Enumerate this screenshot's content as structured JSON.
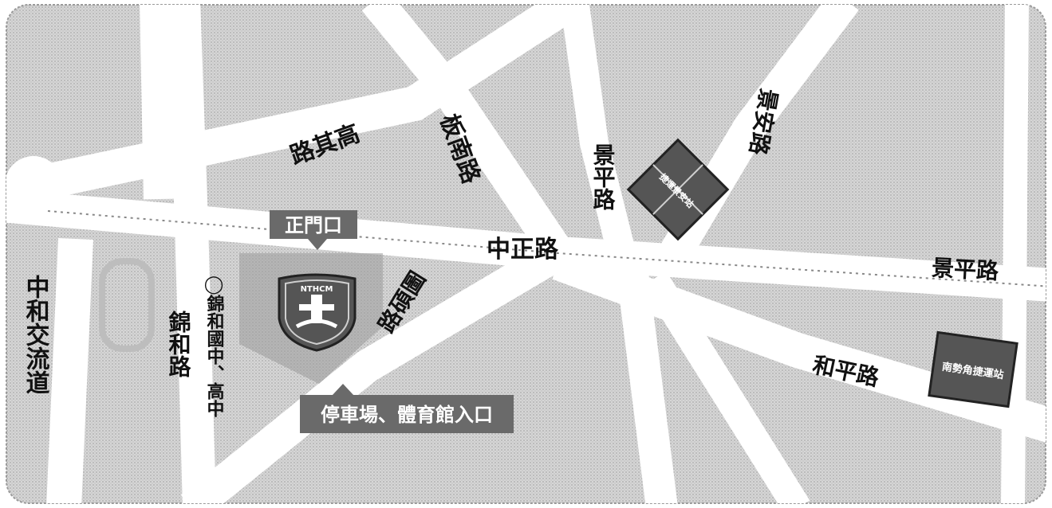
{
  "colors": {
    "block": "#cfcfcf",
    "road": "#ffffff",
    "label_box": "#6a6a6a",
    "building": "#555555",
    "campus": "#9a9a9a",
    "text": "#111111"
  },
  "roads": {
    "zhongzheng": "中正路",
    "jingping_east": "景平路",
    "jingping_north": "景平路",
    "jingan": "景安路",
    "banan": "板南路",
    "hutsi": "路碩圖",
    "anqi": "路其高",
    "heping": "和平路",
    "jinhe": "錦和路",
    "interchange": "中和交流道"
  },
  "school": {
    "label": "◯錦和國中、高中",
    "crest_icon": "school-crest-icon"
  },
  "entrances": {
    "main_gate": "正門口",
    "parking_gym": "停車場、體育館入口"
  },
  "buildings": {
    "mrt_station_jingan": "捷運景安站",
    "mrt_station_nanshijiao": "南勢角捷運站"
  }
}
